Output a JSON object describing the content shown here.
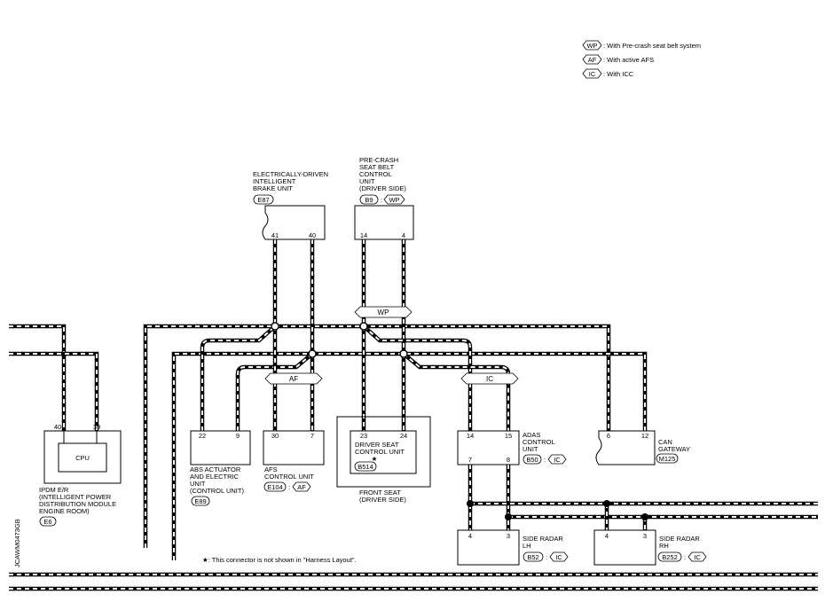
{
  "legend": [
    {
      "code": "WP",
      "text": ": With Pre-crash seat belt system"
    },
    {
      "code": "AF",
      "text": ": With active AFS"
    },
    {
      "code": "IC",
      "text": ": With ICC"
    }
  ],
  "ebrake": {
    "title": [
      "ELECTRICALLY-DRIVEN",
      "INTELLIGENT",
      "BRAKE UNIT"
    ],
    "connector": "E87",
    "pins": [
      "41",
      "40"
    ]
  },
  "precrash": {
    "title": [
      "PRE-CRASH",
      "SEAT BELT",
      "CONTROL",
      "UNIT",
      "(DRIVER SIDE)"
    ],
    "connector": "B9",
    "tag": "WP",
    "pins": [
      "14",
      "4"
    ]
  },
  "wire_tags": {
    "wp": "WP",
    "af": "AF",
    "ic": "IC"
  },
  "ipdm": {
    "cpu": "CPU",
    "pins": [
      "40",
      "39"
    ],
    "title": [
      "IPDM E/R",
      "(INTELLIGENT POWER",
      "DISTRIBUTION MODULE",
      "ENGINE ROOM)"
    ],
    "connector": "E6"
  },
  "abs": {
    "pins": [
      "22",
      "9"
    ],
    "title": [
      "ABS ACTUATOR",
      "AND ELECTRIC",
      "UNIT",
      "(CONTROL UNIT)"
    ],
    "connector": "E89"
  },
  "afs": {
    "pins": [
      "30",
      "7"
    ],
    "title": [
      "AFS",
      "CONTROL UNIT"
    ],
    "connector": "E104",
    "tag": "AF"
  },
  "driver_seat": {
    "pins": [
      "23",
      "24"
    ],
    "title": [
      "DRIVER SEAT",
      "CONTROL UNIT"
    ],
    "star": "★",
    "connector": "B514",
    "outer_title": [
      "FRONT SEAT",
      "(DRIVER SIDE)"
    ]
  },
  "adas": {
    "pins_top": [
      "14",
      "15"
    ],
    "pins_bottom": [
      "7",
      "8"
    ],
    "title": [
      "ADAS",
      "CONTROL",
      "UNIT"
    ],
    "connector": "B50",
    "tag": "IC"
  },
  "can_gateway": {
    "pins": [
      "6",
      "12"
    ],
    "title": [
      "CAN",
      "GATEWAY"
    ],
    "connector": "M125"
  },
  "radar_lh": {
    "pins": [
      "4",
      "3"
    ],
    "title": [
      "SIDE RADAR",
      "LH"
    ],
    "connector": "B52",
    "tag": "IC"
  },
  "radar_rh": {
    "pins": [
      "4",
      "3"
    ],
    "title": [
      "SIDE RADAR",
      "RH"
    ],
    "connector": "B252",
    "tag": "IC"
  },
  "footnote": "★: This connector is not shown in \"Harness Layout\".",
  "diagram_id": "JCAWM0473GB"
}
